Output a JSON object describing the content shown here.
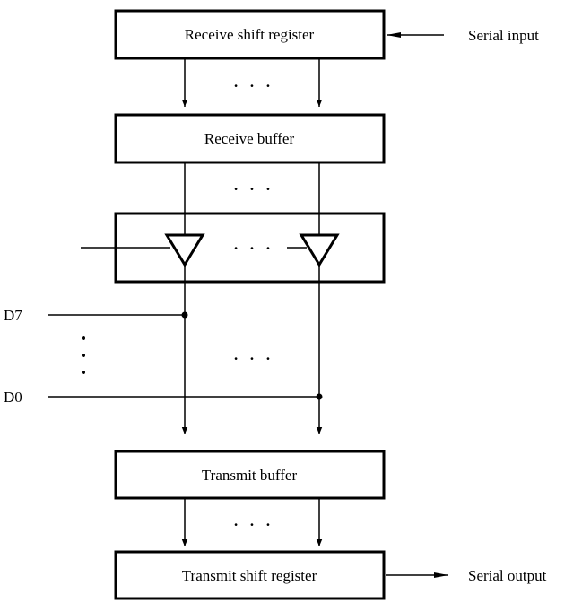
{
  "blocks": {
    "receive_shift_register": "Receive shift register",
    "receive_buffer": "Receive buffer",
    "transmit_buffer": "Transmit buffer",
    "transmit_shift_register": "Transmit shift register"
  },
  "signals": {
    "serial_input": "Serial input",
    "serial_output": "Serial output",
    "d7": "D7",
    "d0": "D0"
  },
  "ellipsis": "· · ·"
}
